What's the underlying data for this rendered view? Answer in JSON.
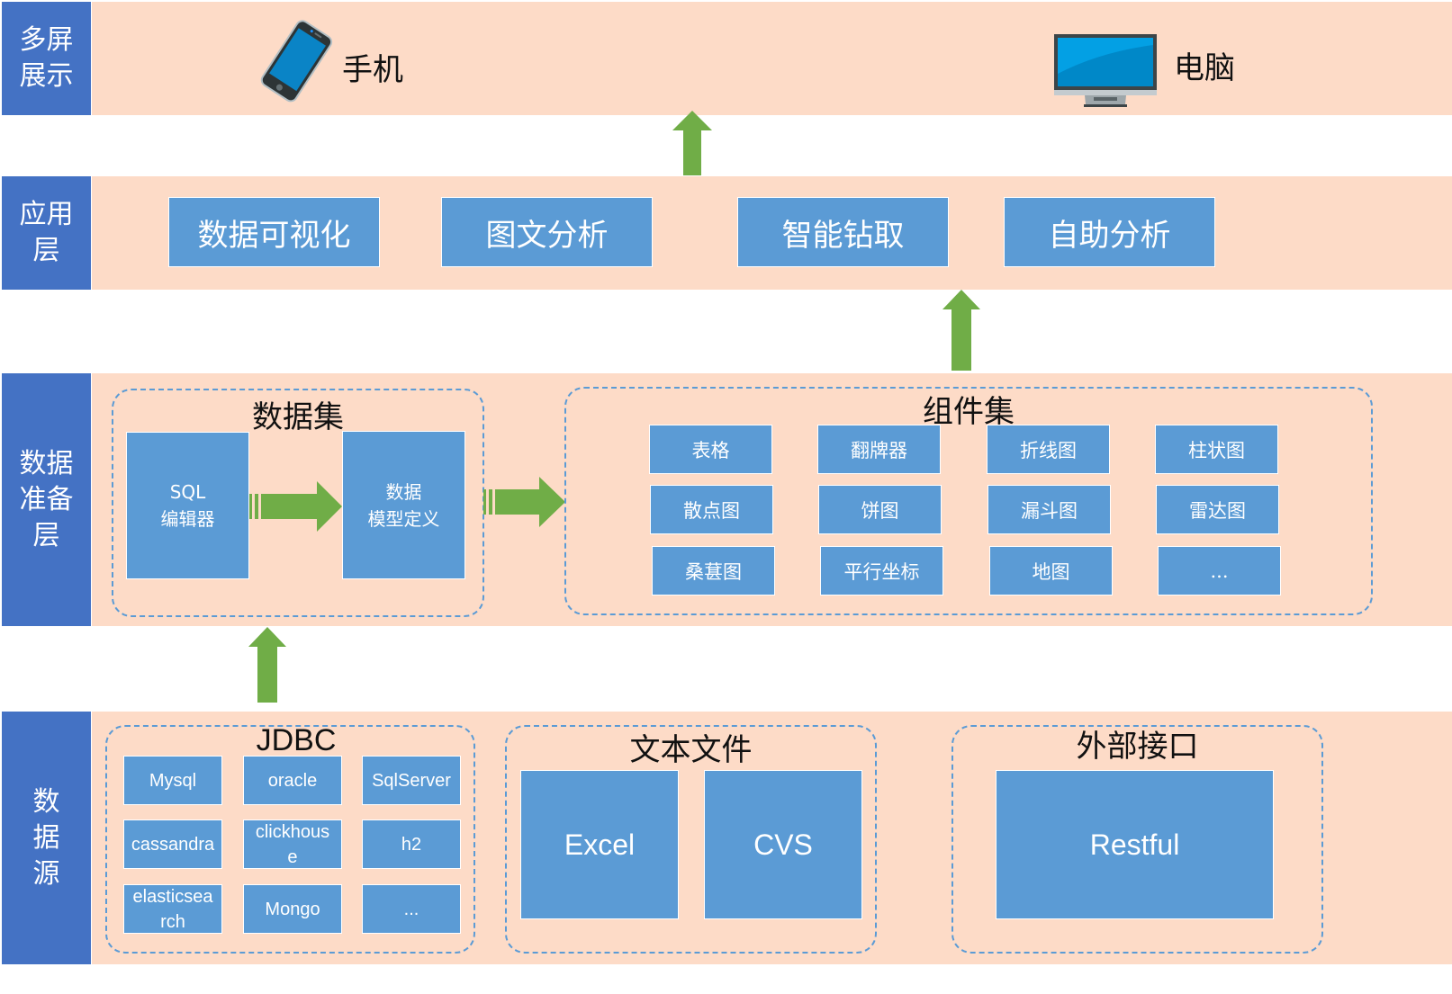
{
  "colors": {
    "sidebar": "#4472c4",
    "band": "#fddbc7",
    "box": "#5b9bd5",
    "arrow": "#70ad47",
    "dashed_border": "#5b9bd5"
  },
  "layers": {
    "display": {
      "label_lines": [
        "多屏",
        "展示"
      ],
      "devices": [
        {
          "name": "手机",
          "icon": "smartphone-icon"
        },
        {
          "name": "电脑",
          "icon": "monitor-icon"
        }
      ]
    },
    "application": {
      "label_lines": [
        "应用",
        "层"
      ],
      "items": [
        "数据可视化",
        "图文分析",
        "智能钻取",
        "自助分析"
      ]
    },
    "data_prep": {
      "label_lines": [
        "数据",
        "准备",
        "层"
      ],
      "dataset": {
        "title": "数据集",
        "sql_editor_lines": [
          "SQL",
          "编辑器"
        ],
        "model_lines": [
          "数据",
          "模型定义"
        ]
      },
      "components": {
        "title": "组件集",
        "items": [
          "表格",
          "翻牌器",
          "折线图",
          "柱状图",
          "散点图",
          "饼图",
          "漏斗图",
          "雷达图",
          "桑葚图",
          "平行坐标",
          "地图",
          "..."
        ]
      }
    },
    "data_source": {
      "label_lines": [
        "数",
        "据",
        "源"
      ],
      "jdbc": {
        "title": "JDBC",
        "items": [
          [
            "Mysql"
          ],
          [
            "oracle"
          ],
          [
            "SqlServer"
          ],
          [
            "cassandra"
          ],
          [
            "clickhous",
            "e"
          ],
          [
            "h2"
          ],
          [
            "elasticsea",
            "rch"
          ],
          [
            "Mongo"
          ],
          [
            "..."
          ]
        ]
      },
      "text_files": {
        "title": "文本文件",
        "items": [
          "Excel",
          "CVS"
        ]
      },
      "external_api": {
        "title": "外部接口",
        "items": [
          "Restful"
        ]
      }
    }
  }
}
